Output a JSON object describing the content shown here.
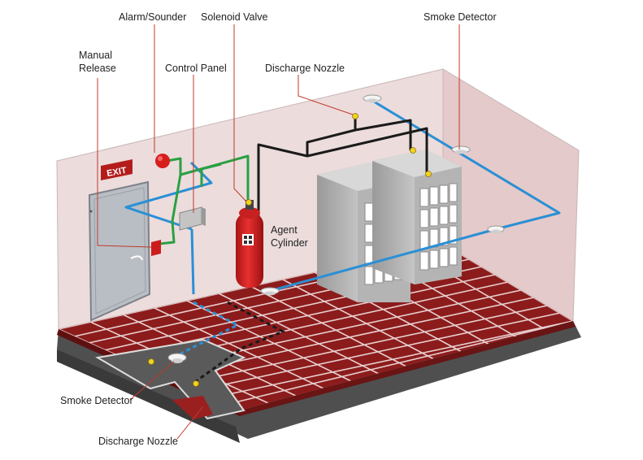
{
  "labels": {
    "alarm_sounder": "Alarm/Sounder",
    "solenoid_valve": "Solenoid Valve",
    "smoke_detector_top": "Smoke Detector",
    "manual_release_1": "Manual",
    "manual_release_2": "Release",
    "control_panel": "Control Panel",
    "discharge_nozzle_top": "Discharge Nozzle",
    "agent_cylinder_1": "Agent",
    "agent_cylinder_2": "Cylinder",
    "smoke_detector_bottom": "Smoke Detector",
    "discharge_nozzle_bottom": "Discharge Nozzle",
    "exit_sign": "EXIT"
  },
  "colors": {
    "wall": "#ecdcdc",
    "floor_tile": "#8c1c1c",
    "subfloor": "#555555",
    "detector_wire": "#2a8fd6",
    "control_wire": "#2aa043",
    "pipe": "#1a1a1a",
    "cylinder": "#d42020",
    "leader_line": "#c0392b"
  }
}
